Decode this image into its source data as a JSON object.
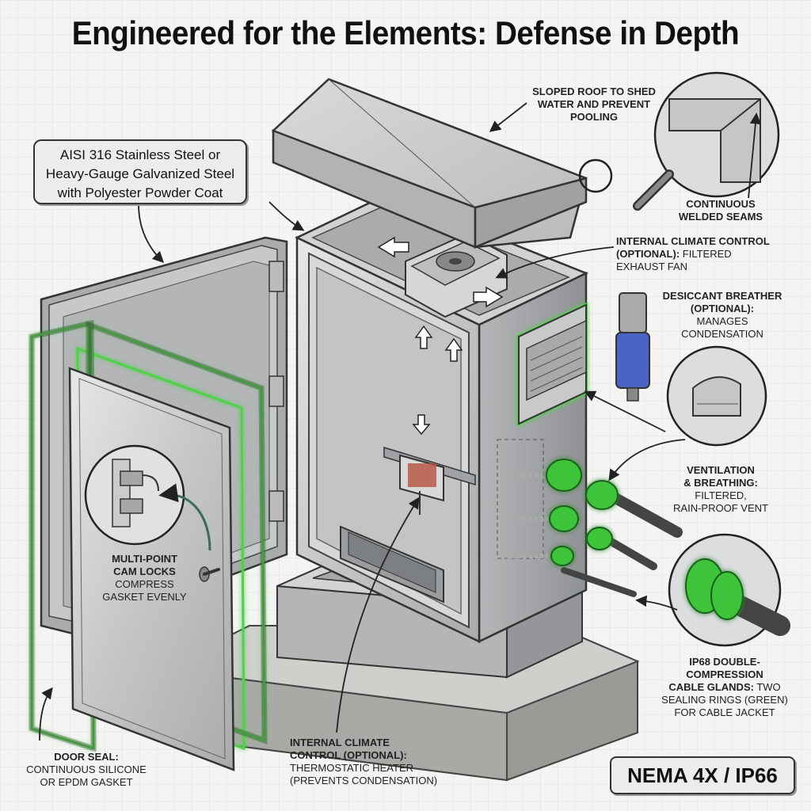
{
  "title": "Engineered for the Elements: Defense in Depth",
  "material_box": {
    "line1": "AISI 316 Stainless Steel or",
    "line2": "Heavy-Gauge Galvanized Steel",
    "line3": "with Polyester Powder Coat"
  },
  "callouts": {
    "roof": {
      "line1": "SLOPED ROOF TO SHED",
      "line2": "WATER AND PREVENT",
      "line3": "POOLING"
    },
    "seams": {
      "line1": "CONTINUOUS",
      "line2": "WELDED SEAMS"
    },
    "fan": {
      "bold1": "INTERNAL CLIMATE CONTROL",
      "bold2": "(OPTIONAL):",
      "rest2": " FILTERED",
      "line3": "EXHAUST FAN"
    },
    "breather": {
      "bold1": "DESICCANT BREATHER",
      "bold2": "(OPTIONAL):",
      "line3": "MANAGES",
      "line4": "CONDENSATION"
    },
    "vent": {
      "bold1": "VENTILATION",
      "bold2": "& BREATHING:",
      "line3": "FILTERED,",
      "line4": "RAIN-PROOF VENT"
    },
    "locks": {
      "bold1": "MULTI-POINT",
      "bold2": "CAM LOCKS",
      "line3": "COMPRESS",
      "line4": "GASKET EVENLY"
    },
    "glands": {
      "bold1": "IP68 DOUBLE-",
      "bold2": "COMPRESSION",
      "bold3": "CABLE GLANDS:",
      "rest3": " TWO",
      "line4": "SEALING RINGS (GREEN)",
      "line5": "FOR CABLE JACKET"
    },
    "seal": {
      "bold1": "DOOR SEAL:",
      "line2": "CONTINUOUS SILICONE",
      "line3": "OR EPDM GASKET"
    },
    "heater": {
      "bold1": "INTERNAL CLIMATE",
      "bold2": "CONTROL (OPTIONAL):",
      "line3": "THERMOSTATIC HEATER",
      "line4": "(PREVENTS CONDENSATION)"
    }
  },
  "rating": "NEMA 4X / IP66",
  "colors": {
    "steel": "#c9cbcc",
    "steel_dark": "#8e9193",
    "outline": "#333333",
    "seal_green": "#4fd14a",
    "gland_green": "#3cc43a",
    "heater_red": "#b5533e",
    "desiccant_blue": "#4a63c4",
    "concrete": "#b9b9b6"
  }
}
